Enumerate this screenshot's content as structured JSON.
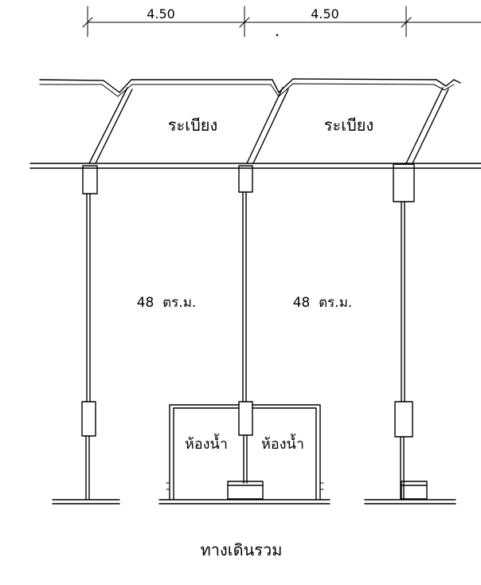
{
  "dimensions": {
    "left_span": "4.50",
    "right_span": "4.50"
  },
  "veranda_labels": [
    "ระเบียง",
    "ระเบียง"
  ],
  "room_area_labels": [
    "48  ตร.ม.",
    "48  ตร.ม."
  ],
  "bathroom_labels": [
    "ห้องน้ำ",
    "ห้องน้ำ"
  ],
  "walkway_label": "ทางเดินรวม"
}
